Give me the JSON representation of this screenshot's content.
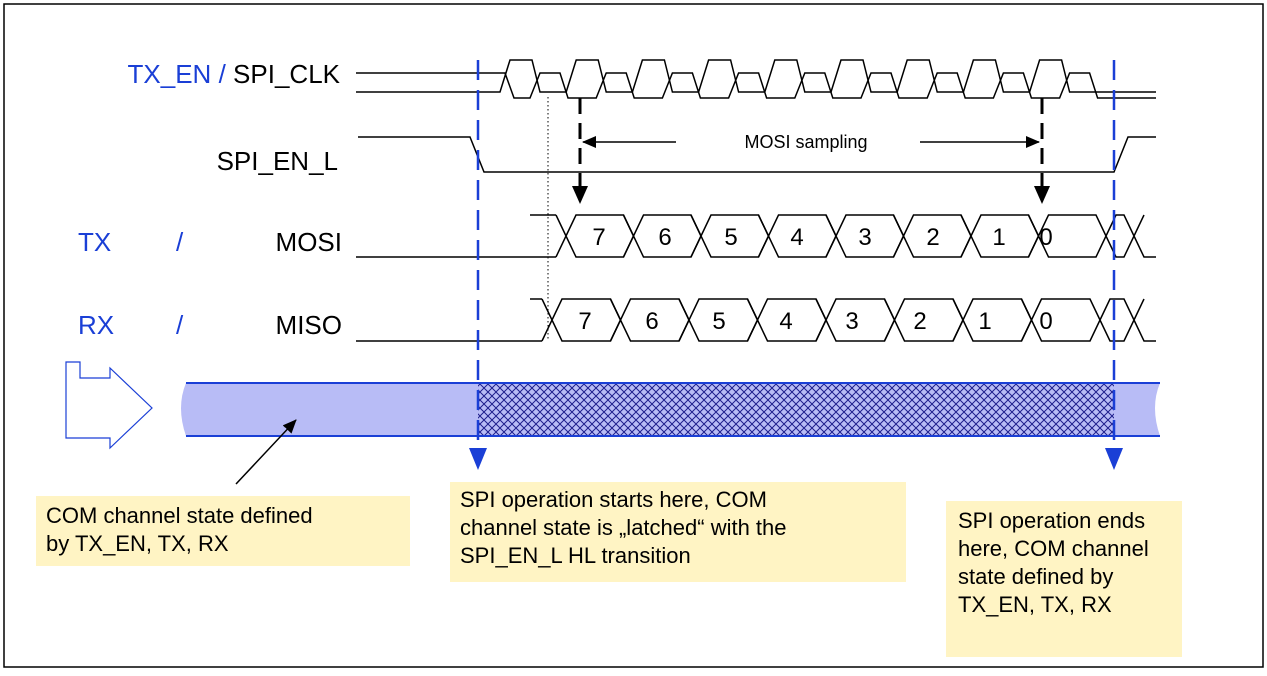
{
  "colors": {
    "blue": "#1a3fd6",
    "band_fill": "#b8bcf6",
    "hatch": "#1e1e8c",
    "note_fill": "#fff4c4"
  },
  "signals": {
    "clk": {
      "blue": "TX_EN",
      "sep": "/",
      "black": "SPI_CLK"
    },
    "en": {
      "black": "SPI_EN_L"
    },
    "mosi": {
      "blue": "TX",
      "sep": "/",
      "black": "MOSI"
    },
    "miso": {
      "blue": "RX",
      "sep": "/",
      "black": "MISO"
    }
  },
  "bits": [
    "7",
    "6",
    "5",
    "4",
    "3",
    "2",
    "1",
    "0"
  ],
  "mosi_sampling_label": "MOSI sampling",
  "notes": {
    "left": [
      "COM channel state defined",
      "by TX_EN, TX, RX"
    ],
    "middle": [
      "SPI operation starts here, COM",
      "channel state is „latched“ with the",
      "SPI_EN_L HL transition"
    ],
    "right": [
      "SPI operation ends",
      "here, COM channel",
      "state defined by",
      "TX_EN, TX, RX"
    ]
  }
}
